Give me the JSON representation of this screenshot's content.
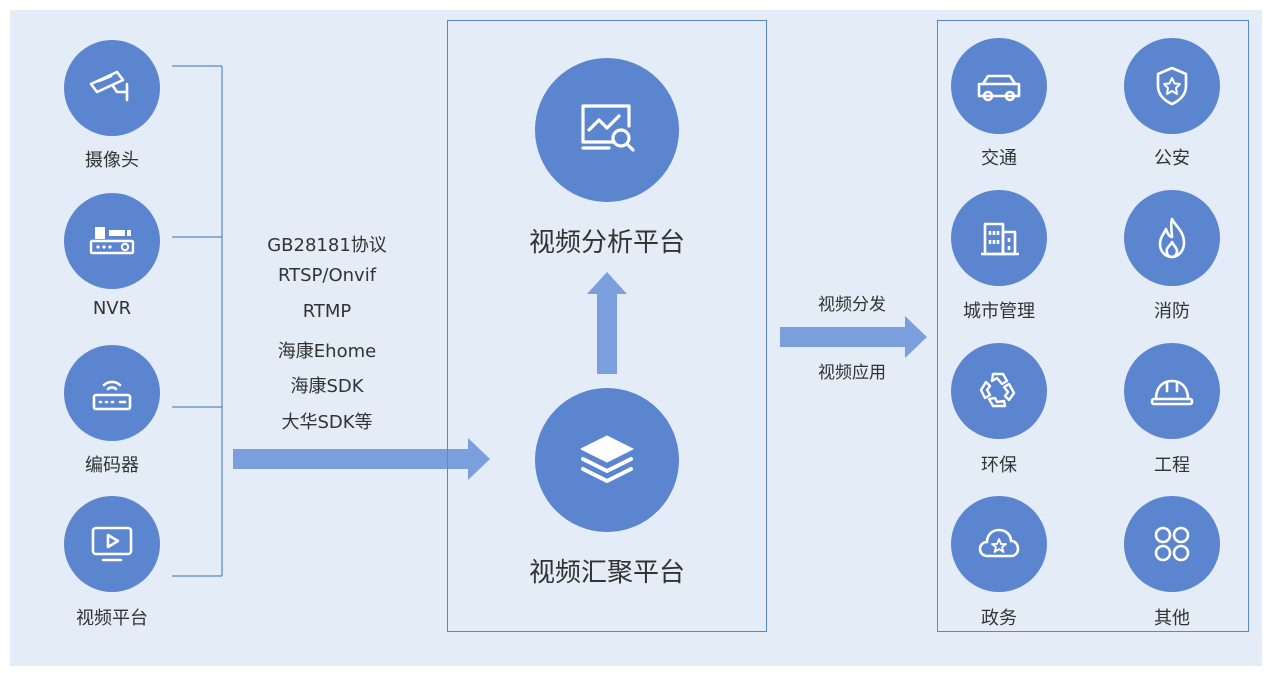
{
  "sources": [
    {
      "label": "摄像头",
      "icon": "cctv-camera-icon"
    },
    {
      "label": "NVR",
      "icon": "nvr-recorder-icon"
    },
    {
      "label": "编码器",
      "icon": "router-encoder-icon"
    },
    {
      "label": "视频平台",
      "icon": "monitor-play-icon"
    }
  ],
  "protocols": [
    "GB28181协议",
    "RTSP/Onvif",
    "RTMP",
    "海康Ehome",
    "海康SDK",
    "大华SDK等"
  ],
  "center": {
    "analysis_title": "视频分析平台",
    "analysis_icon": "chart-magnifier-icon",
    "aggregation_title": "视频汇聚平台",
    "aggregation_icon": "stacked-layers-icon"
  },
  "distribution": {
    "line1": "视频分发",
    "line2": "视频应用"
  },
  "applications": [
    {
      "label": "交通",
      "icon": "car-icon"
    },
    {
      "label": "公安",
      "icon": "police-shield-icon"
    },
    {
      "label": "城市管理",
      "icon": "building-icon"
    },
    {
      "label": "消防",
      "icon": "flame-icon"
    },
    {
      "label": "环保",
      "icon": "recycle-icon"
    },
    {
      "label": "工程",
      "icon": "hard-hat-icon"
    },
    {
      "label": "政务",
      "icon": "cloud-star-icon"
    },
    {
      "label": "其他",
      "icon": "grid-circles-icon"
    }
  ],
  "colors": {
    "accent": "#5b85cf",
    "arrow": "#7a9fdc",
    "background": "#e3ecf7",
    "box_border": "#5b85cf"
  }
}
